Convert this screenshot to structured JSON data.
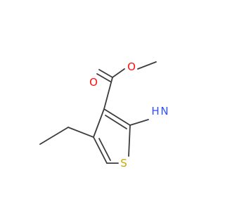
{
  "atoms": {
    "o_carbonyl": {
      "label": "O",
      "color": "#ff0d0d"
    },
    "o_ester": {
      "label": "O",
      "color": "#ff0d0d"
    },
    "n_amino_h": {
      "label": "H",
      "color": "#3050f8"
    },
    "n_amino_n": {
      "label": "N",
      "color": "#3050f8"
    },
    "s_ring": {
      "label": "S",
      "color": "#c8a800"
    }
  },
  "colors": {
    "bond": "#3c3c3c",
    "background": "#ffffff"
  }
}
